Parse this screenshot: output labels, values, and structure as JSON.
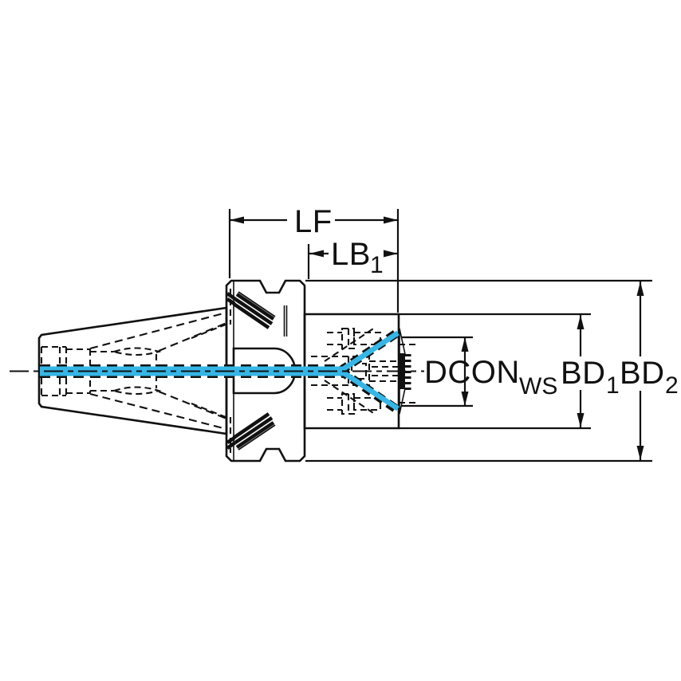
{
  "title": "Tool holder dimensional drawing",
  "labels": {
    "lf": "LF",
    "lb_base": "LB",
    "lb_sub": "1",
    "dcon_base": "DCON",
    "dcon_sub": "WS",
    "bd1_base": "BD",
    "bd1_sub": "1",
    "bd2_base": "BD",
    "bd2_sub": "2"
  },
  "colors": {
    "body": "#b9cdd9",
    "coolant": "#35b6e6",
    "line": "#111111",
    "face_fill": "#ffffff",
    "serration": "#111111",
    "background": "#ffffff"
  }
}
